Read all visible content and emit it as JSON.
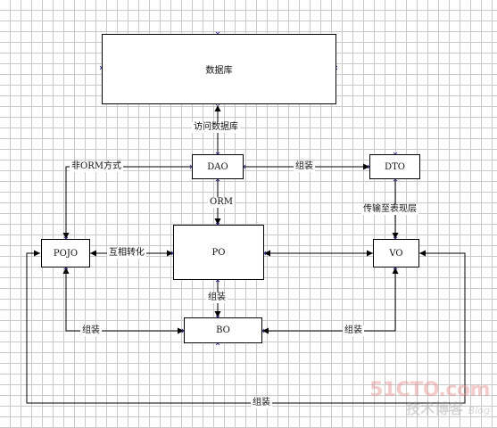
{
  "nodes": {
    "database": "数据库",
    "dao": "DAO",
    "dto": "DTO",
    "pojo": "POJO",
    "po": "PO",
    "vo": "VO",
    "bo": "BO"
  },
  "edges": {
    "access_db": "访问数据库",
    "non_orm": "非ORM方式",
    "dao_dto_assemble": "组装",
    "orm": "ORM",
    "transfer_view": "传输至表现层",
    "convert": "互相转化",
    "po_bo_assemble": "组装",
    "pojo_bo_assemble": "组装",
    "vo_bo_assemble": "组装",
    "bottom_assemble": "组装"
  },
  "watermark": {
    "site": "51CTO.com",
    "blog": "技术博客",
    "blog_en": "Blog"
  }
}
